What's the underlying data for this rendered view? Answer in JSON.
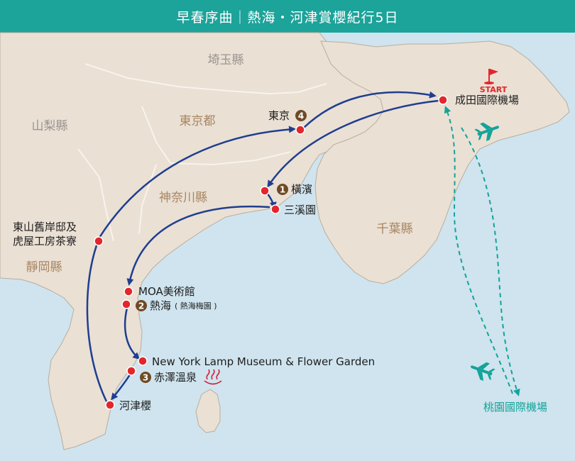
{
  "title": "早春序曲｜熱海・河津賞櫻紀行5日",
  "regions": {
    "saitama": "埼玉縣",
    "yamanashi": "山梨縣",
    "tokyo_to": "東京都",
    "kanagawa": "神奈川縣",
    "chiba": "千葉縣",
    "shizuoka": "靜岡縣"
  },
  "stops": {
    "narita": "成田國際機場",
    "start": "START",
    "tokyo": "東京",
    "tokyo_day": "4",
    "yokohama": "橫濱",
    "yokohama_day": "1",
    "sankeien": "三溪園",
    "higashiyama_line1": "東山舊岸邸及",
    "higashiyama_line2": "虎屋工房茶寮",
    "moa": "MOA美術館",
    "atami": "熱海",
    "atami_day": "2",
    "atami_note": "( 熱海梅園 )",
    "lamp_museum": "New York Lamp Museum & Flower Garden",
    "akazawa": "赤澤溫泉",
    "akazawa_day": "3",
    "kawazu": "河津櫻",
    "taoyuan": "桃園國際機場"
  },
  "colors": {
    "title_bg": "#1ca39a",
    "sea": "#cfe4ee",
    "land": "#eae0d4",
    "route": "#1f3e8f",
    "flight": "#13a39a",
    "stop_dot": "#e3262b",
    "day_badge": "#6e4a25"
  },
  "icons": [
    "start-flag-icon",
    "airplane-icon",
    "hot-spring-icon"
  ]
}
